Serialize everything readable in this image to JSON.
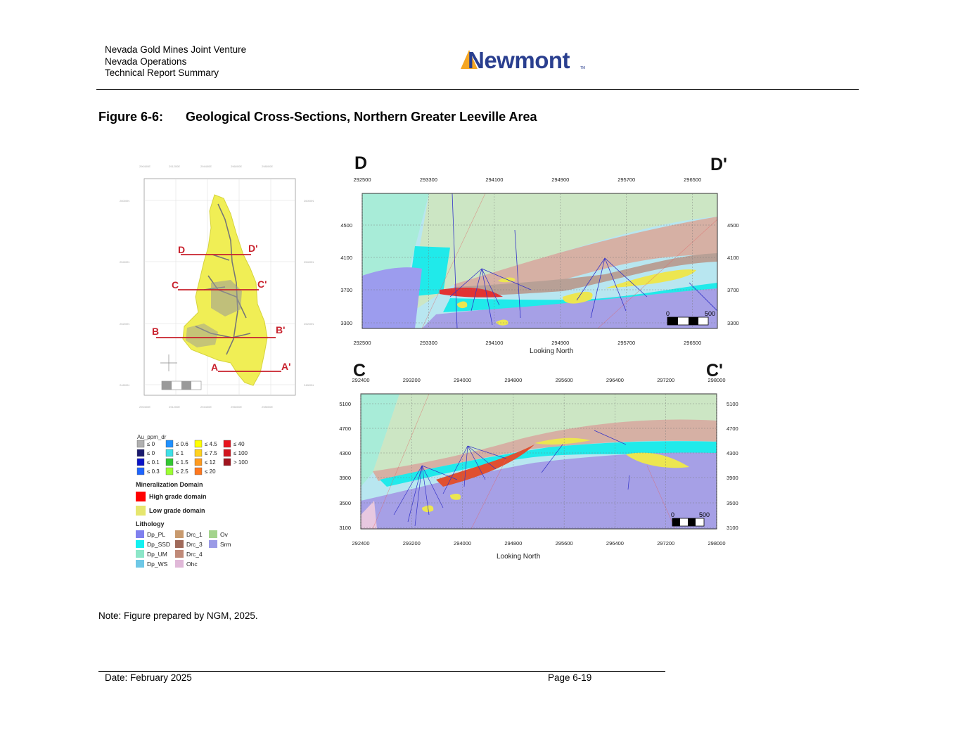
{
  "header": {
    "line1": "Nevada Gold Mines Joint Venture",
    "line2": "Nevada Operations",
    "line3": "Technical Report Summary",
    "logo_text": "Newmont",
    "logo_tm": "TM",
    "logo_color": "#2a3f8f",
    "logo_accent": "#f5a623"
  },
  "figure": {
    "number": "Figure 6-6:",
    "title": "Geological Cross-Sections, Northern Greater Leeville Area"
  },
  "plan_map": {
    "section_labels": [
      {
        "start": "D",
        "end": "D'"
      },
      {
        "start": "C",
        "end": "C'"
      },
      {
        "start": "B",
        "end": "B'"
      },
      {
        "start": "A",
        "end": "A'"
      }
    ]
  },
  "legend": {
    "grade_title": "Au_ppm_dr",
    "grades": [
      {
        "label": "≤ 0",
        "color": "#b0b0b0"
      },
      {
        "label": "≤ 0.6",
        "color": "#1e90ff"
      },
      {
        "label": "≤ 4.5",
        "color": "#ffff00"
      },
      {
        "label": "≤ 40",
        "color": "#e8141e"
      },
      {
        "label": "≤ 0",
        "color": "#1a1a6e"
      },
      {
        "label": "≤ 1",
        "color": "#3fe0e8"
      },
      {
        "label": "≤ 7.5",
        "color": "#ffd21e"
      },
      {
        "label": "≤ 100",
        "color": "#d2141e"
      },
      {
        "label": "≤ 0.1",
        "color": "#0a14c8"
      },
      {
        "label": "≤ 1.5",
        "color": "#32c832"
      },
      {
        "label": "≤ 12",
        "color": "#ff9b1e"
      },
      {
        "label": "> 100",
        "color": "#a0141e"
      },
      {
        "label": "≤ 0.3",
        "color": "#1e64ff"
      },
      {
        "label": "≤ 2.5",
        "color": "#9bff32"
      },
      {
        "label": "≤ 20",
        "color": "#ff781e"
      }
    ],
    "domain_title": "Mineralization Domain",
    "domains": [
      {
        "label": "High grade domain",
        "color": "#ff0000"
      },
      {
        "label": "Low grade domain",
        "color": "#e6e66e"
      }
    ],
    "lith_title": "Lithology",
    "lithology": [
      {
        "label": "Dp_PL",
        "color": "#8080ee"
      },
      {
        "label": "Drc_1",
        "color": "#c89a6e"
      },
      {
        "label": "Ov",
        "color": "#a4d48c"
      },
      {
        "label": "Dp_SSD",
        "color": "#14f0f0"
      },
      {
        "label": "Drc_3",
        "color": "#a06a5a"
      },
      {
        "label": "Srm",
        "color": "#9a9ae6"
      },
      {
        "label": "Dp_UM",
        "color": "#8ce6c8"
      },
      {
        "label": "Drc_4",
        "color": "#c08a78"
      },
      {
        "label": "Dp_WS",
        "color": "#6ec8e6"
      },
      {
        "label": "Ohc",
        "color": "#e0b8d8"
      }
    ]
  },
  "section_d": {
    "label_start": "D",
    "label_end": "D'",
    "x_ticks": [
      "292500",
      "293300",
      "294100",
      "294900",
      "295700",
      "296500"
    ],
    "y_ticks": [
      "4500",
      "4100",
      "3700",
      "3300"
    ],
    "xlabel": "Looking North",
    "scale_start": "0",
    "scale_end": "500"
  },
  "section_c": {
    "label_start": "C",
    "label_end": "C'",
    "x_ticks": [
      "292400",
      "293200",
      "294000",
      "294800",
      "295600",
      "296400",
      "297200",
      "298000"
    ],
    "y_ticks": [
      "5100",
      "4700",
      "4300",
      "3900",
      "3500",
      "3100"
    ],
    "xlabel": "Looking North",
    "scale_start": "0",
    "scale_end": "500"
  },
  "note": "Note:  Figure prepared by NGM, 2025.",
  "footer": {
    "date": "Date:  February 2025",
    "page": "Page 6-19"
  }
}
